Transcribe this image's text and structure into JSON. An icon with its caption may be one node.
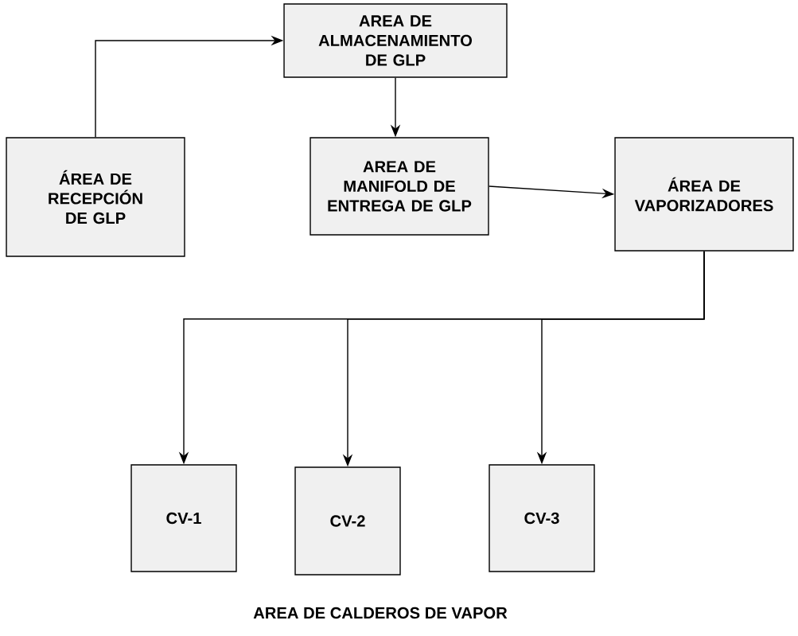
{
  "diagram": {
    "nodes": [
      {
        "text": [
          "ÁREA DE RECEPCIÓN DE GLP"
        ]
      },
      {
        "text": [
          "AREA DE ALMACENAMIENTO DE GLP"
        ]
      },
      {
        "text": [
          "AREA DE MANIFOLD DE ENTREGA DE GLP"
        ]
      },
      {
        "text": [
          "ÁREA DE VAPORIZADORES"
        ]
      },
      {
        "text": [
          "CV-1"
        ]
      },
      {
        "text": [
          "CV-2"
        ]
      },
      {
        "text": [
          "CV-3"
        ]
      }
    ],
    "edges": [
      {
        "from": 0,
        "to": 1,
        "arrow": "to"
      },
      {
        "from": 1,
        "to": 2,
        "arrow": "to"
      },
      {
        "from": 2,
        "to": 3,
        "arrow": "to"
      },
      {
        "from": 3,
        "to": 4,
        "arrow": "to"
      },
      {
        "from": 3,
        "to": 5,
        "arrow": "to"
      },
      {
        "from": 3,
        "to": 6,
        "arrow": "to"
      }
    ],
    "labels": [
      "AREA DE CALDEROS DE VAPOR"
    ]
  }
}
